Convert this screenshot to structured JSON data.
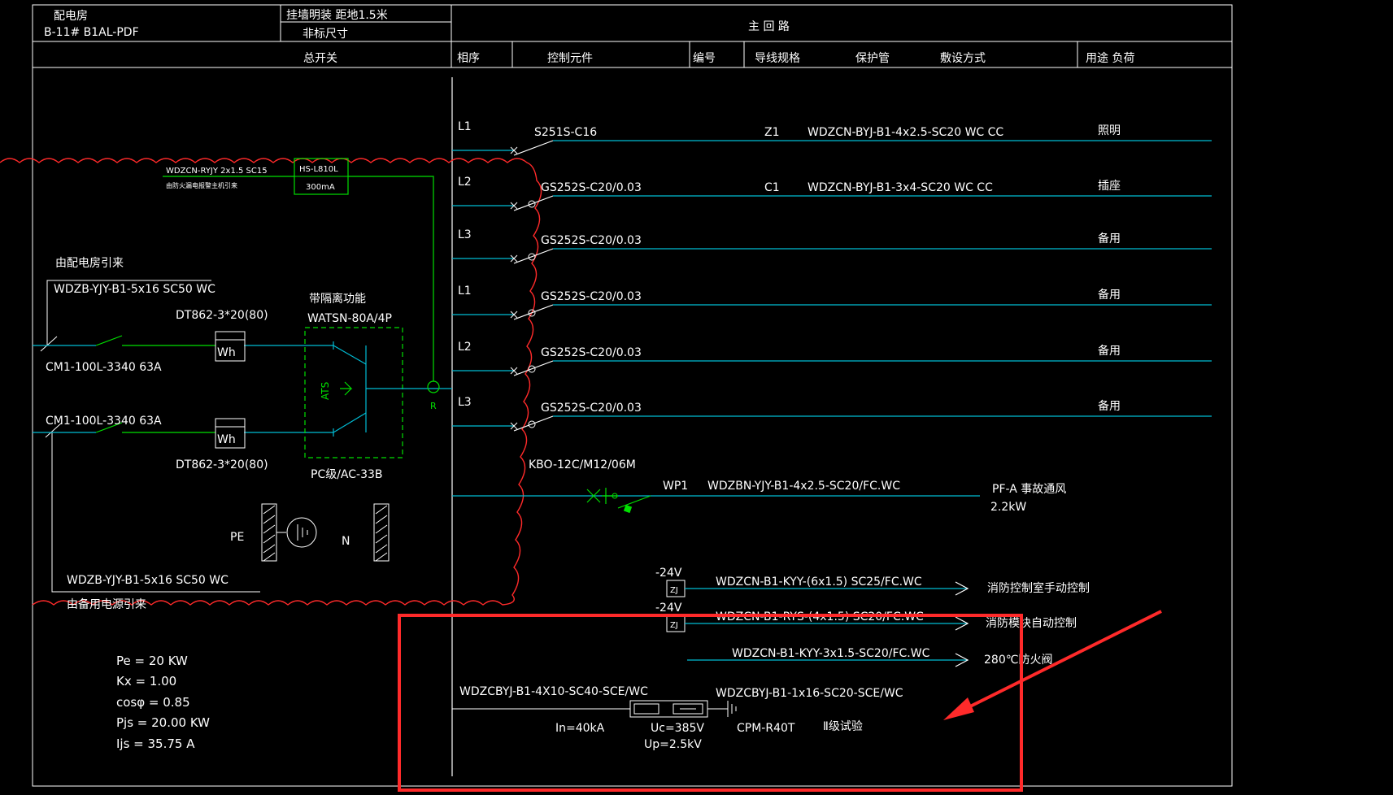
{
  "title_block": {
    "room_label": "配电房",
    "drawing_id": "B-11# B1AL-PDF",
    "mounting": "挂墙明装  距地1.5米",
    "size": "非标尺寸",
    "main_circuit": "主    回    路"
  },
  "headers": {
    "main_switch": "总开关",
    "phase": "相序",
    "control": "控制元件",
    "number": "编号",
    "wire": "导线规格",
    "conduit": "保护管",
    "laying": "敷设方式",
    "usage": "用途   负荷"
  },
  "incoming": {
    "from_room": "由配电房引来",
    "cable1": "WDZB-YJY-B1-5x16  SC50  WC",
    "meter1": "DT862-3*20(80)",
    "breaker1": "CM1-100L-3340  63A",
    "breaker2": "CM1-100L-3340  63A",
    "meter2": "DT862-3*20(80)",
    "cable2": "WDZB-YJY-B1-5x16  SC50  WC",
    "from_backup": "由备用电源引来",
    "meter_label": "Wh",
    "ats_feature": "带隔离功能",
    "ats_model": "WATSN-80A/4P",
    "ats_class": "PC级/AC-33B",
    "ats_label": "ATS",
    "fire_cable": "WDZCN-RYJY 2x1.5  SC15",
    "fire_note": "由防火漏电报警主机引来",
    "fire_device": "HS-L810L",
    "fire_ma": "300mA",
    "r_label": "R",
    "pe_label": "PE",
    "n_label": "N"
  },
  "circuits": [
    {
      "phase": "L1",
      "device": "S251S-C16",
      "number": "Z1",
      "spec": "WDZCN-BYJ-B1-4x2.5-SC20  WC  CC",
      "usage": "照明"
    },
    {
      "phase": "L2",
      "device": "GS252S-C20/0.03",
      "number": "C1",
      "spec": "WDZCN-BYJ-B1-3x4-SC20  WC  CC",
      "usage": "插座"
    },
    {
      "phase": "L3",
      "device": "GS252S-C20/0.03",
      "number": "",
      "spec": "",
      "usage": "备用"
    },
    {
      "phase": "L1",
      "device": "GS252S-C20/0.03",
      "number": "",
      "spec": "",
      "usage": "备用"
    },
    {
      "phase": "L2",
      "device": "GS252S-C20/0.03",
      "number": "",
      "spec": "",
      "usage": "备用"
    },
    {
      "phase": "L3",
      "device": "GS252S-C20/0.03",
      "number": "",
      "spec": "",
      "usage": "备用"
    }
  ],
  "fan_circuit": {
    "device": "KBO-12C/M12/06M",
    "number": "WP1",
    "spec": "WDZBN-YJY-B1-4x2.5-SC20/FC.WC",
    "load": "PF-A  事故通风",
    "power": "2.2kW"
  },
  "control_lines": [
    {
      "voltage": "-24V",
      "relay": "ZJ",
      "spec": "WDZCN-B1-KYY-(6x1.5)  SC25/FC.WC",
      "usage": "消防控制室手动控制"
    },
    {
      "voltage": "-24V",
      "relay": "ZJ",
      "spec": "WDZCN-B1-RYS-(4x1.5)  SC20/FC.WC",
      "usage": "消防模块自动控制"
    },
    {
      "spec": "WDZCN-B1-KYY-3x1.5-SC20/FC.WC",
      "usage": "280℃防火阀"
    }
  ],
  "spd": {
    "cable": "WDZCBYJ-B1-4X10-SC40-SCE/WC",
    "ground_cable": "WDZCBYJ-B1-1x16-SC20-SCE/WC",
    "in": "In=40kA",
    "uc": "Uc=385V",
    "up": "Up=2.5kV",
    "model": "CPM-R40T",
    "class": "Ⅱ级试验"
  },
  "load_calc": {
    "pe": "Pe = 20  KW",
    "kx": "Kx = 1.00",
    "cos": "cosφ = 0.85",
    "pjs": "Pjs = 20.00  KW",
    "ijs": "Ijs = 35.75  A"
  },
  "colors": {
    "bg": "#000000",
    "line": "#ffffff",
    "cyan": "#00bcd4",
    "green": "#00e000",
    "red": "#ff2a2a",
    "fire_green": "#00b050"
  }
}
